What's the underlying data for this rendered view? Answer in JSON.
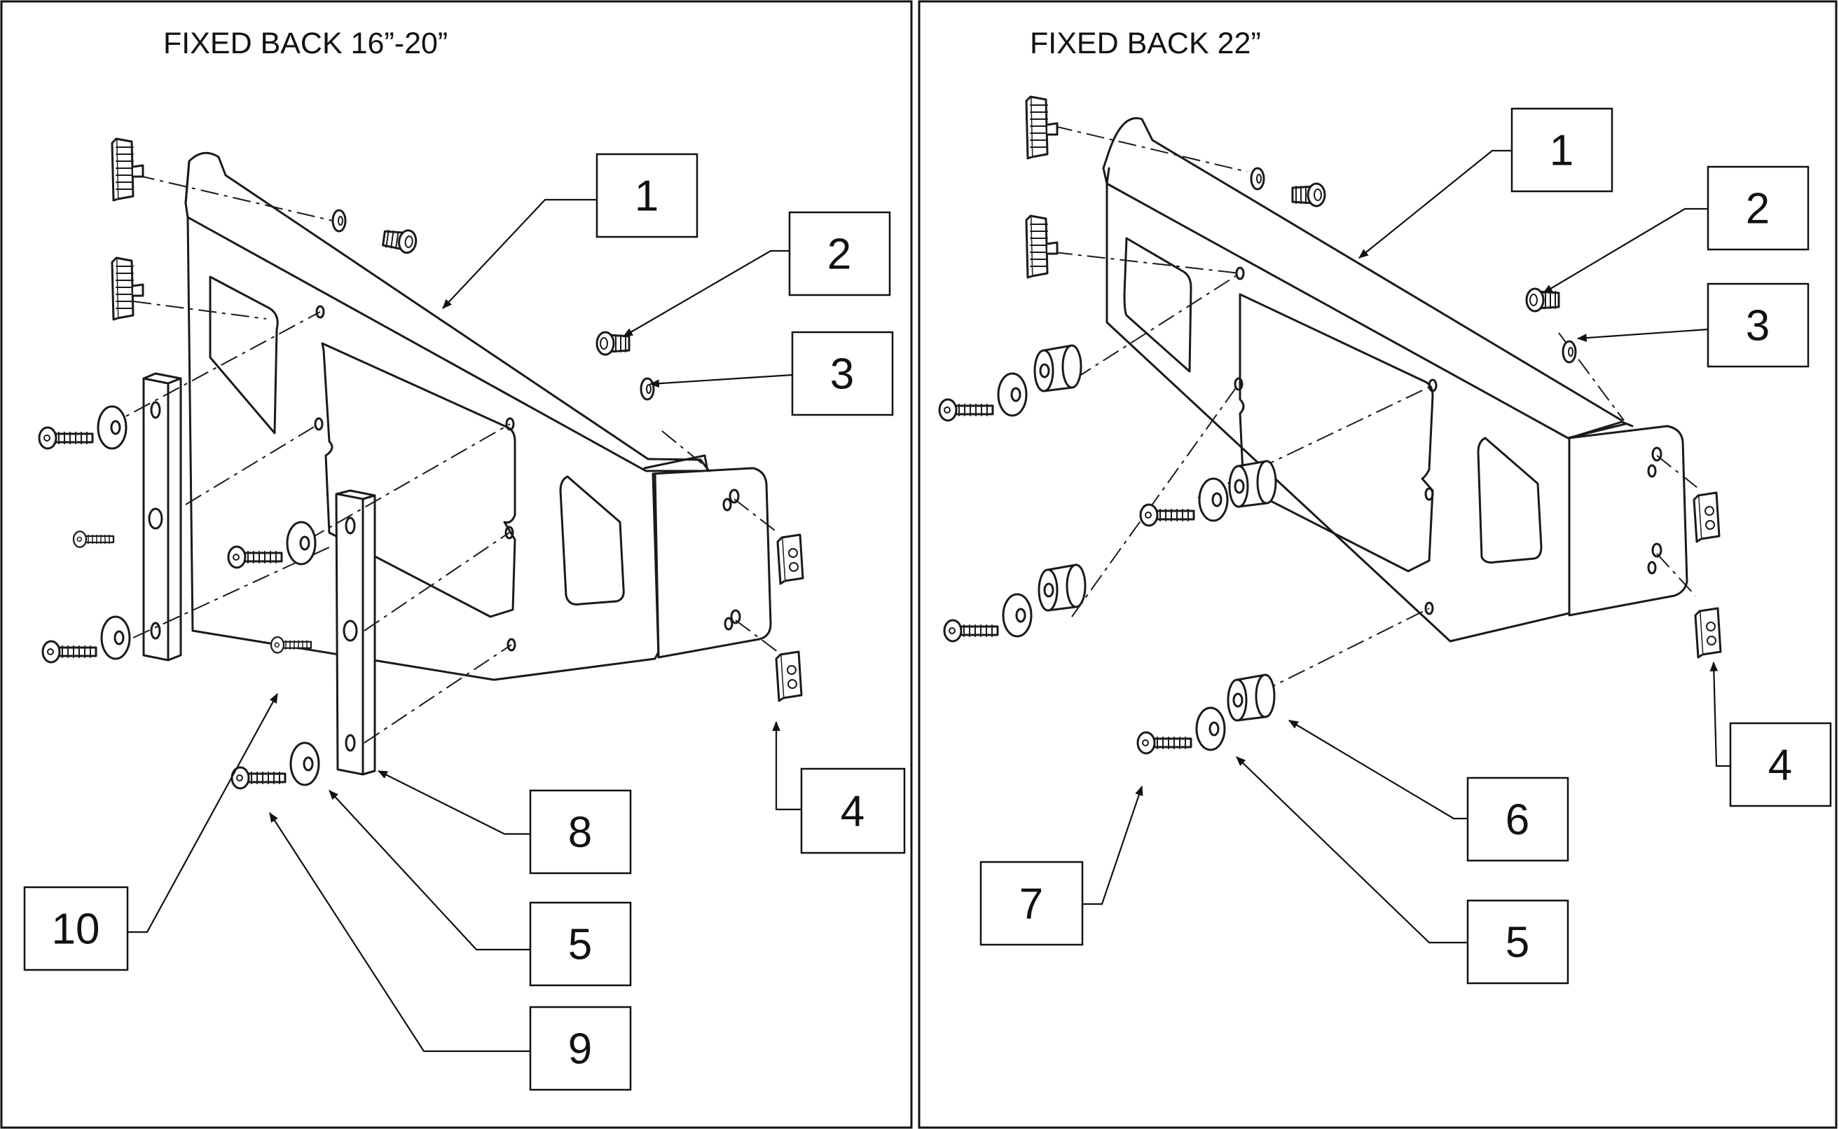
{
  "panels": {
    "left": {
      "title": "FIXED BACK 16”-20”"
    },
    "right": {
      "title": "FIXED BACK 22”"
    }
  },
  "callouts": {
    "left": [
      "1",
      "2",
      "3",
      "4",
      "8",
      "10",
      "5",
      "9"
    ],
    "right": [
      "1",
      "2",
      "3",
      "4",
      "6",
      "7",
      "5"
    ]
  }
}
